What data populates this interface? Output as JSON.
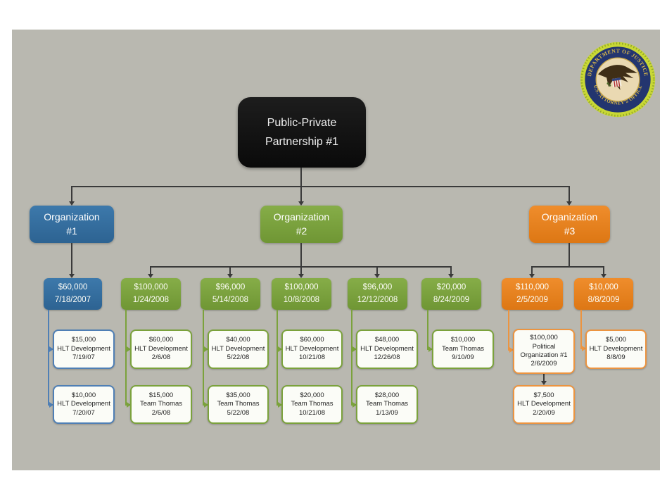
{
  "colors": {
    "blue": "#336e9e",
    "green": "#7ba23c",
    "orange": "#e8821f",
    "root_box": "#141414",
    "slide_background": "#b9b8b0",
    "seal_edge": "#c9d835",
    "seal_ring": "#23356f"
  },
  "seal": {
    "top_text": "DEPARTMENT OF JUSTICE",
    "bottom_text": "U.S. ATTORNEY'S OFFICE"
  },
  "root": {
    "line1": "Public-Private",
    "line2": "Partnership #1"
  },
  "organizations": [
    {
      "line1": "Organization",
      "line2": "#1"
    },
    {
      "line1": "Organization",
      "line2": "#2"
    },
    {
      "line1": "Organization",
      "line2": "#3"
    }
  ],
  "level2": [
    {
      "amount": "$60,000",
      "date": "7/18/2007"
    },
    {
      "amount": "$100,000",
      "date": "1/24/2008"
    },
    {
      "amount": "$96,000",
      "date": "5/14/2008"
    },
    {
      "amount": "$100,000",
      "date": "10/8/2008"
    },
    {
      "amount": "$96,000",
      "date": "12/12/2008"
    },
    {
      "amount": "$20,000",
      "date": "8/24/2009"
    },
    {
      "amount": "$110,000",
      "date": "2/5/2009"
    },
    {
      "amount": "$10,000",
      "date": "8/8/2009"
    }
  ],
  "level3": [
    {
      "amount": "$15,000",
      "recipient": "HLT Development",
      "date": "7/19/07"
    },
    {
      "amount": "$10,000",
      "recipient": "HLT Development",
      "date": "7/20/07"
    },
    {
      "amount": "$60,000",
      "recipient": "HLT Development",
      "date": "2/6/08"
    },
    {
      "amount": "$15,000",
      "recipient": "Team Thomas",
      "date": "2/6/08"
    },
    {
      "amount": "$40,000",
      "recipient": "HLT Development",
      "date": "5/22/08"
    },
    {
      "amount": "$35,000",
      "recipient": "Team Thomas",
      "date": "5/22/08"
    },
    {
      "amount": "$60,000",
      "recipient": "HLT Development",
      "date": "10/21/08"
    },
    {
      "amount": "$20,000",
      "recipient": "Team Thomas",
      "date": "10/21/08"
    },
    {
      "amount": "$48,000",
      "recipient": "HLT Development",
      "date": "12/26/08"
    },
    {
      "amount": "$28,000",
      "recipient": "Team Thomas",
      "date": "1/13/09"
    },
    {
      "amount": "$10,000",
      "recipient": "Team Thomas",
      "date": "9/10/09"
    },
    {
      "amount": "$100,000",
      "recipient": "Political Organization #1",
      "date": "2/6/2009"
    },
    {
      "amount": "$7,500",
      "recipient": "HLT Development",
      "date": "2/20/09"
    },
    {
      "amount": "$5,000",
      "recipient": "HLT Development",
      "date": "8/8/09"
    }
  ]
}
